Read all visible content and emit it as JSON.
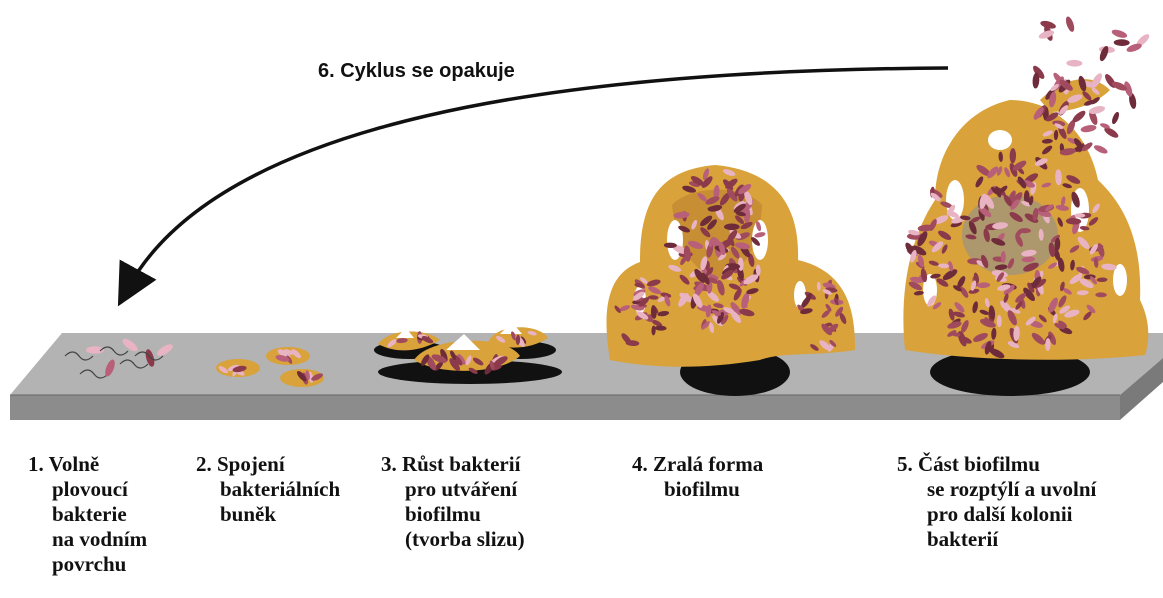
{
  "cycle_label": "6. Cyklus se opakuje",
  "stages": [
    {
      "number": "1.",
      "lines": [
        "Volně",
        "plovoucí",
        "bakterie",
        "na vodním",
        "povrchu"
      ]
    },
    {
      "number": "2.",
      "lines": [
        "Spojení",
        "bakteriálních",
        "buněk"
      ]
    },
    {
      "number": "3.",
      "lines": [
        "Růst bakterií",
        "pro utváření",
        "biofilmu",
        "(tvorba slizu)"
      ]
    },
    {
      "number": "4.",
      "lines": [
        "Zralá forma",
        "biofilmu"
      ]
    },
    {
      "number": "5.",
      "lines": [
        "Část biofilmu",
        "se rozptýlí a uvolní",
        "pro další kolonii",
        "bakterií"
      ]
    }
  ],
  "colors": {
    "surface_top": "#b3b3b3",
    "surface_front": "#8c8c8c",
    "matrix": "#d9a23a",
    "matrix_dark": "#b9822a",
    "bacteria_dark": "#8a3a4a",
    "bacteria_mid": "#b8607a",
    "bacteria_light": "#e8b4c4",
    "shadow": "#111111",
    "arrow": "#111111"
  }
}
